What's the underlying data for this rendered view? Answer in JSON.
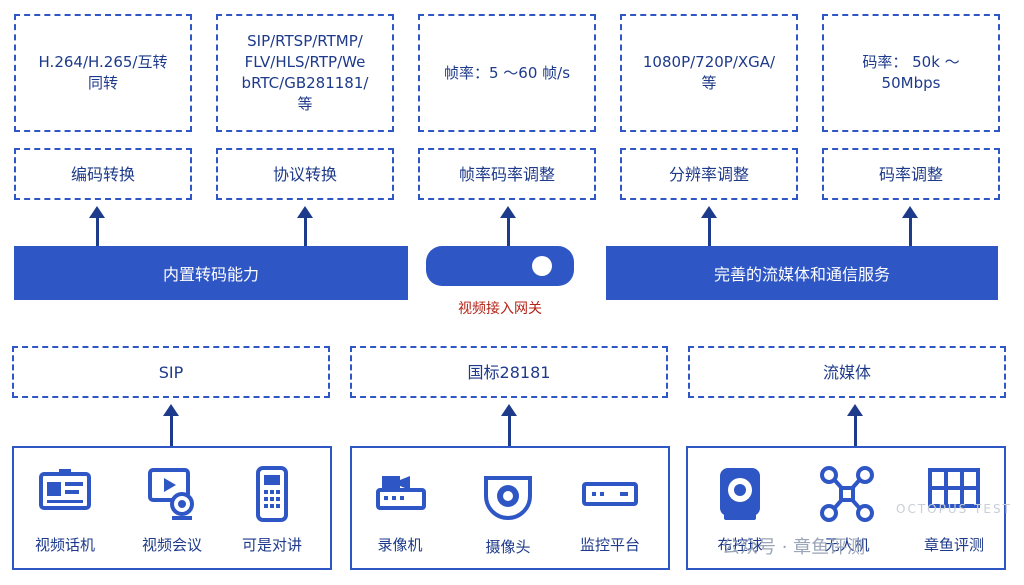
{
  "top_features": [
    {
      "detail": "H.264/H.265/互转\n同转",
      "label": "编码转换"
    },
    {
      "detail": "SIP/RTSP/RTMP/\nFLV/HLS/RTP/We\nbRTC/GB281181/\n等",
      "label": "协议转换"
    },
    {
      "detail": "帧率：5 ～60 帧/s",
      "label": "帧率码率调整"
    },
    {
      "detail": "1080P/720P/XGA/\n等",
      "label": "分辨率调整"
    },
    {
      "detail": "码率： 50k ～\n50Mbps",
      "label": "码率调整"
    }
  ],
  "bars": {
    "left": "内置转码能力",
    "right": "完善的流媒体和通信服务"
  },
  "gateway": {
    "label": "视频接入网关"
  },
  "protocols": [
    "SIP",
    "国标28181",
    "流媒体"
  ],
  "device_groups": [
    {
      "items": [
        {
          "label": "视频话机",
          "icon": "video-phone-icon"
        },
        {
          "label": "视频会议",
          "icon": "video-conference-icon"
        },
        {
          "label": "可是对讲",
          "icon": "intercom-icon"
        }
      ]
    },
    {
      "items": [
        {
          "label": "录像机",
          "icon": "recorder-icon"
        },
        {
          "label": "摄像头",
          "icon": "dome-camera-icon"
        },
        {
          "label": "监控平台",
          "icon": "monitor-platform-icon"
        }
      ]
    },
    {
      "items": [
        {
          "label": "布控球",
          "icon": "ptz-ball-icon"
        },
        {
          "label": "无人机",
          "icon": "drone-icon"
        },
        {
          "label": "章鱼评测",
          "icon": "grid-icon"
        }
      ]
    }
  ],
  "watermark": {
    "brand_top": "OCTOPUS TEST",
    "brand_text": "公众号 · 章鱼评测"
  },
  "colors": {
    "primary": "#2f56c5",
    "text": "#1e3a8a",
    "gateway_label": "#b42318"
  }
}
